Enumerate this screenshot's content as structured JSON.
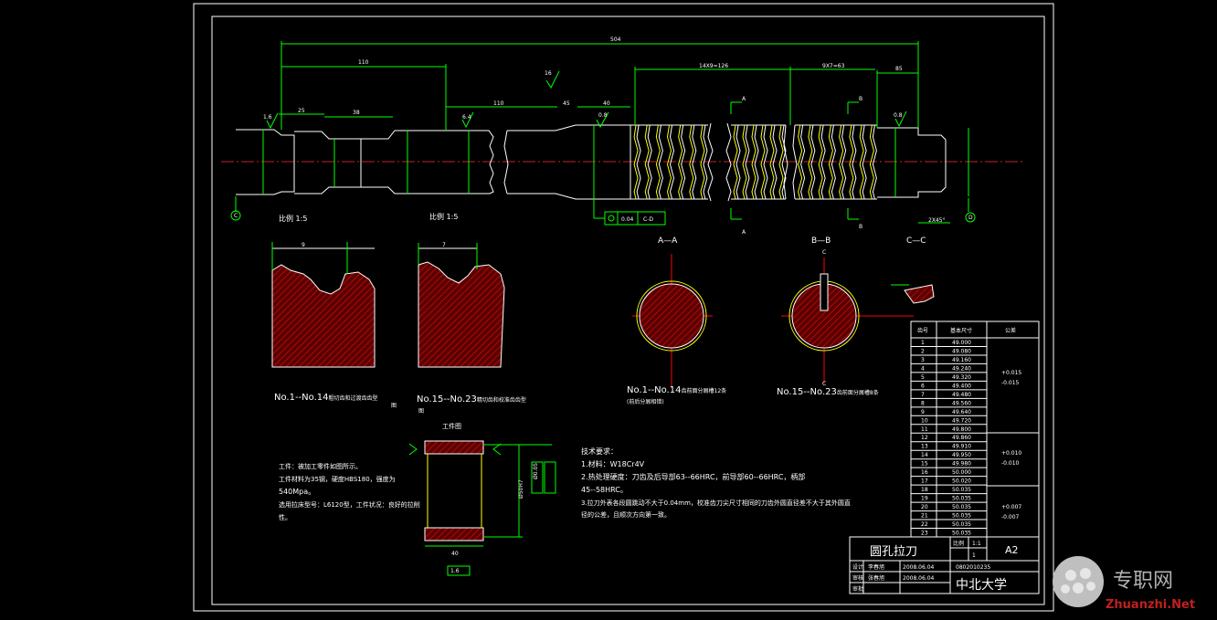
{
  "drawing": {
    "overall_length": "504",
    "dims": {
      "d110a": "110",
      "d25": "25",
      "d38": "38",
      "d110b": "110",
      "d16": "16",
      "d45": "45",
      "d40": "40",
      "pitch1": "14X9=126",
      "pitch2": "9X7=63",
      "d85": "85",
      "rough1": "1.6",
      "rough2": "6.4",
      "rough3": "0.8",
      "rough4": "0.8",
      "chamfer": "2X45°"
    },
    "scale_labels": [
      "比例 1:5",
      "比例 1:5"
    ],
    "datum_left": "C",
    "datum_right": "D",
    "tolerance_frame": [
      "0.04",
      "C-D"
    ],
    "section_labels": {
      "a1": "A",
      "a2": "A",
      "b1": "B",
      "b2": "B",
      "aa": "A—A",
      "bb": "B—B",
      "cc": "C—C",
      "c_top": "C",
      "c_bot": "C"
    },
    "tooth_detail": {
      "d9": "9",
      "d7": "7",
      "note1": "No.1--No.14",
      "note1_suffix": "粗切齿和过渡齿齿型",
      "note1_suffix2": "图",
      "note2": "No.15--No.23",
      "note2_suffix": "精切齿和校准齿齿型",
      "note2_suffix2": "图"
    },
    "section_notes": {
      "aa_main": "No.1--No.14",
      "aa_suffix": "齿前面分屑槽12条",
      "aa_sub": "(前后分屑相错)",
      "bb_main": "No.15--No.23",
      "bb_suffix": "齿前面分屑槽8条"
    }
  },
  "workpiece": {
    "title": "工件图",
    "dim_40": "40",
    "dim_fit": "Ø50H7",
    "rough": "1.6",
    "tolerance": "Ø0.05"
  },
  "work_notes": [
    "工件：被加工零件如图所示。",
    "工件材料为35钢，硬度HBS180，强度为",
    "540Mpa。",
    "选用拉床型号：L6120型，工件状况：良好的拉削",
    "性。"
  ],
  "tech_requirements": {
    "heading": "技术要求：",
    "lines": [
      "1.材料：W18Cr4V",
      "2.热处理硬度：刀齿及后导部63--66HRC，前导部60--66HRC，柄部",
      "45--58HRC。",
      "3.拉刀外表各段圆跳动不大于0.04mm，校准齿刀尖尺寸相同的刀齿外圆直径差不大于其外圆直",
      "径的公差，且顺次方向第一致。"
    ]
  },
  "size_table": {
    "headers": [
      "齿号",
      "基本尺寸",
      "公差"
    ],
    "rows": [
      [
        "1",
        "49.000"
      ],
      [
        "2",
        "49.080"
      ],
      [
        "3",
        "49.160"
      ],
      [
        "4",
        "49.240"
      ],
      [
        "5",
        "49.320"
      ],
      [
        "6",
        "49.400"
      ],
      [
        "7",
        "49.480"
      ],
      [
        "8",
        "49.560"
      ],
      [
        "9",
        "49.640"
      ],
      [
        "10",
        "49.720"
      ],
      [
        "11",
        "49.800"
      ],
      [
        "12",
        "49.860"
      ],
      [
        "13",
        "49.910"
      ],
      [
        "14",
        "49.950"
      ],
      [
        "15",
        "49.980"
      ],
      [
        "16",
        "50.000"
      ],
      [
        "17",
        "50.020"
      ],
      [
        "18",
        "50.035"
      ],
      [
        "19",
        "50.035"
      ],
      [
        "20",
        "50.035"
      ],
      [
        "21",
        "50.035"
      ],
      [
        "22",
        "50.035"
      ],
      [
        "23",
        "50.035"
      ]
    ],
    "tolerances": [
      [
        "+0.015",
        "-0.015"
      ],
      [
        "+0.010",
        "-0.010"
      ],
      [
        "+0.007",
        "-0.007"
      ]
    ]
  },
  "title_block": {
    "part_name": "圆孔拉刀",
    "sheet_size": "A2",
    "scale_label": "比例",
    "sheet_count": "1:1",
    "sheet_index": "1",
    "drawn_label": "设计",
    "drawn_by": "李春旭",
    "drawn_date": "2008.06.04",
    "check_label": "审核",
    "checked_by": "张春旭",
    "checked_date": "2008.06.04",
    "drawing_no": "0802010235",
    "approve_label": "审批",
    "school": "中北大学"
  },
  "watermark": {
    "cn": "专职网",
    "en": "Zhuanzhi.Net"
  }
}
